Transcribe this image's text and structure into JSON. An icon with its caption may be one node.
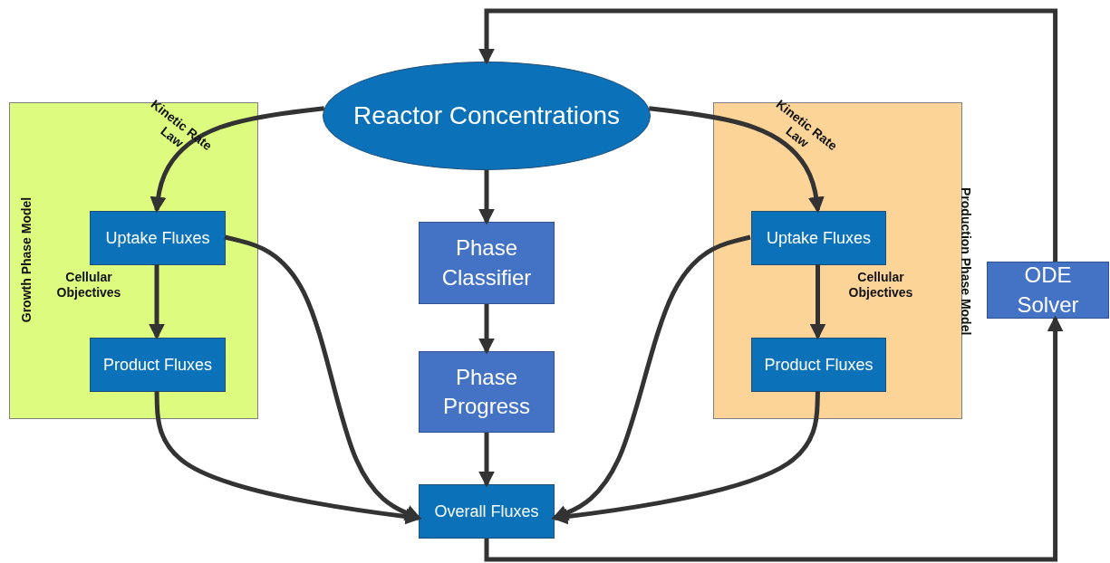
{
  "diagram": {
    "nodes": [
      {
        "text": [
          "Growth Phase Model"
        ]
      },
      {
        "text": [
          "Uptake Fluxes"
        ],
        "in": 0
      },
      {
        "text": [
          "Product Fluxes"
        ],
        "in": 0
      },
      {
        "text": [
          "Reactor Concentrations"
        ]
      },
      {
        "text": [
          "Phase Classifier"
        ]
      },
      {
        "text": [
          "Phase Progress"
        ]
      },
      {
        "text": [
          "Overall Fluxes"
        ]
      },
      {
        "text": [
          "Production Phase Model"
        ]
      },
      {
        "text": [
          "Uptake Fluxes"
        ],
        "in": 7
      },
      {
        "text": [
          "Product Fluxes"
        ],
        "in": 7
      },
      {
        "text": [
          "ODE Solver"
        ]
      }
    ],
    "edges": [
      {
        "from": 3,
        "to": 1,
        "arrow": "to",
        "label": "Kinetic Rate Law"
      },
      {
        "from": 3,
        "to": 8,
        "arrow": "to",
        "label": "Kinetic Rate Law"
      },
      {
        "from": 1,
        "to": 2,
        "arrow": "to",
        "label": "Cellular Objectives"
      },
      {
        "from": 8,
        "to": 9,
        "arrow": "to",
        "label": "Cellular Objectives"
      },
      {
        "from": 3,
        "to": 4,
        "arrow": "to"
      },
      {
        "from": 4,
        "to": 5,
        "arrow": "to"
      },
      {
        "from": 5,
        "to": 6,
        "arrow": "to"
      },
      {
        "from": 1,
        "to": 6,
        "arrow": "to"
      },
      {
        "from": 2,
        "to": 6,
        "arrow": "to"
      },
      {
        "from": 8,
        "to": 6,
        "arrow": "to"
      },
      {
        "from": 9,
        "to": 6,
        "arrow": "to"
      },
      {
        "from": 6,
        "to": 10,
        "arrow": "to"
      },
      {
        "from": 10,
        "to": 3,
        "arrow": "to"
      }
    ]
  }
}
